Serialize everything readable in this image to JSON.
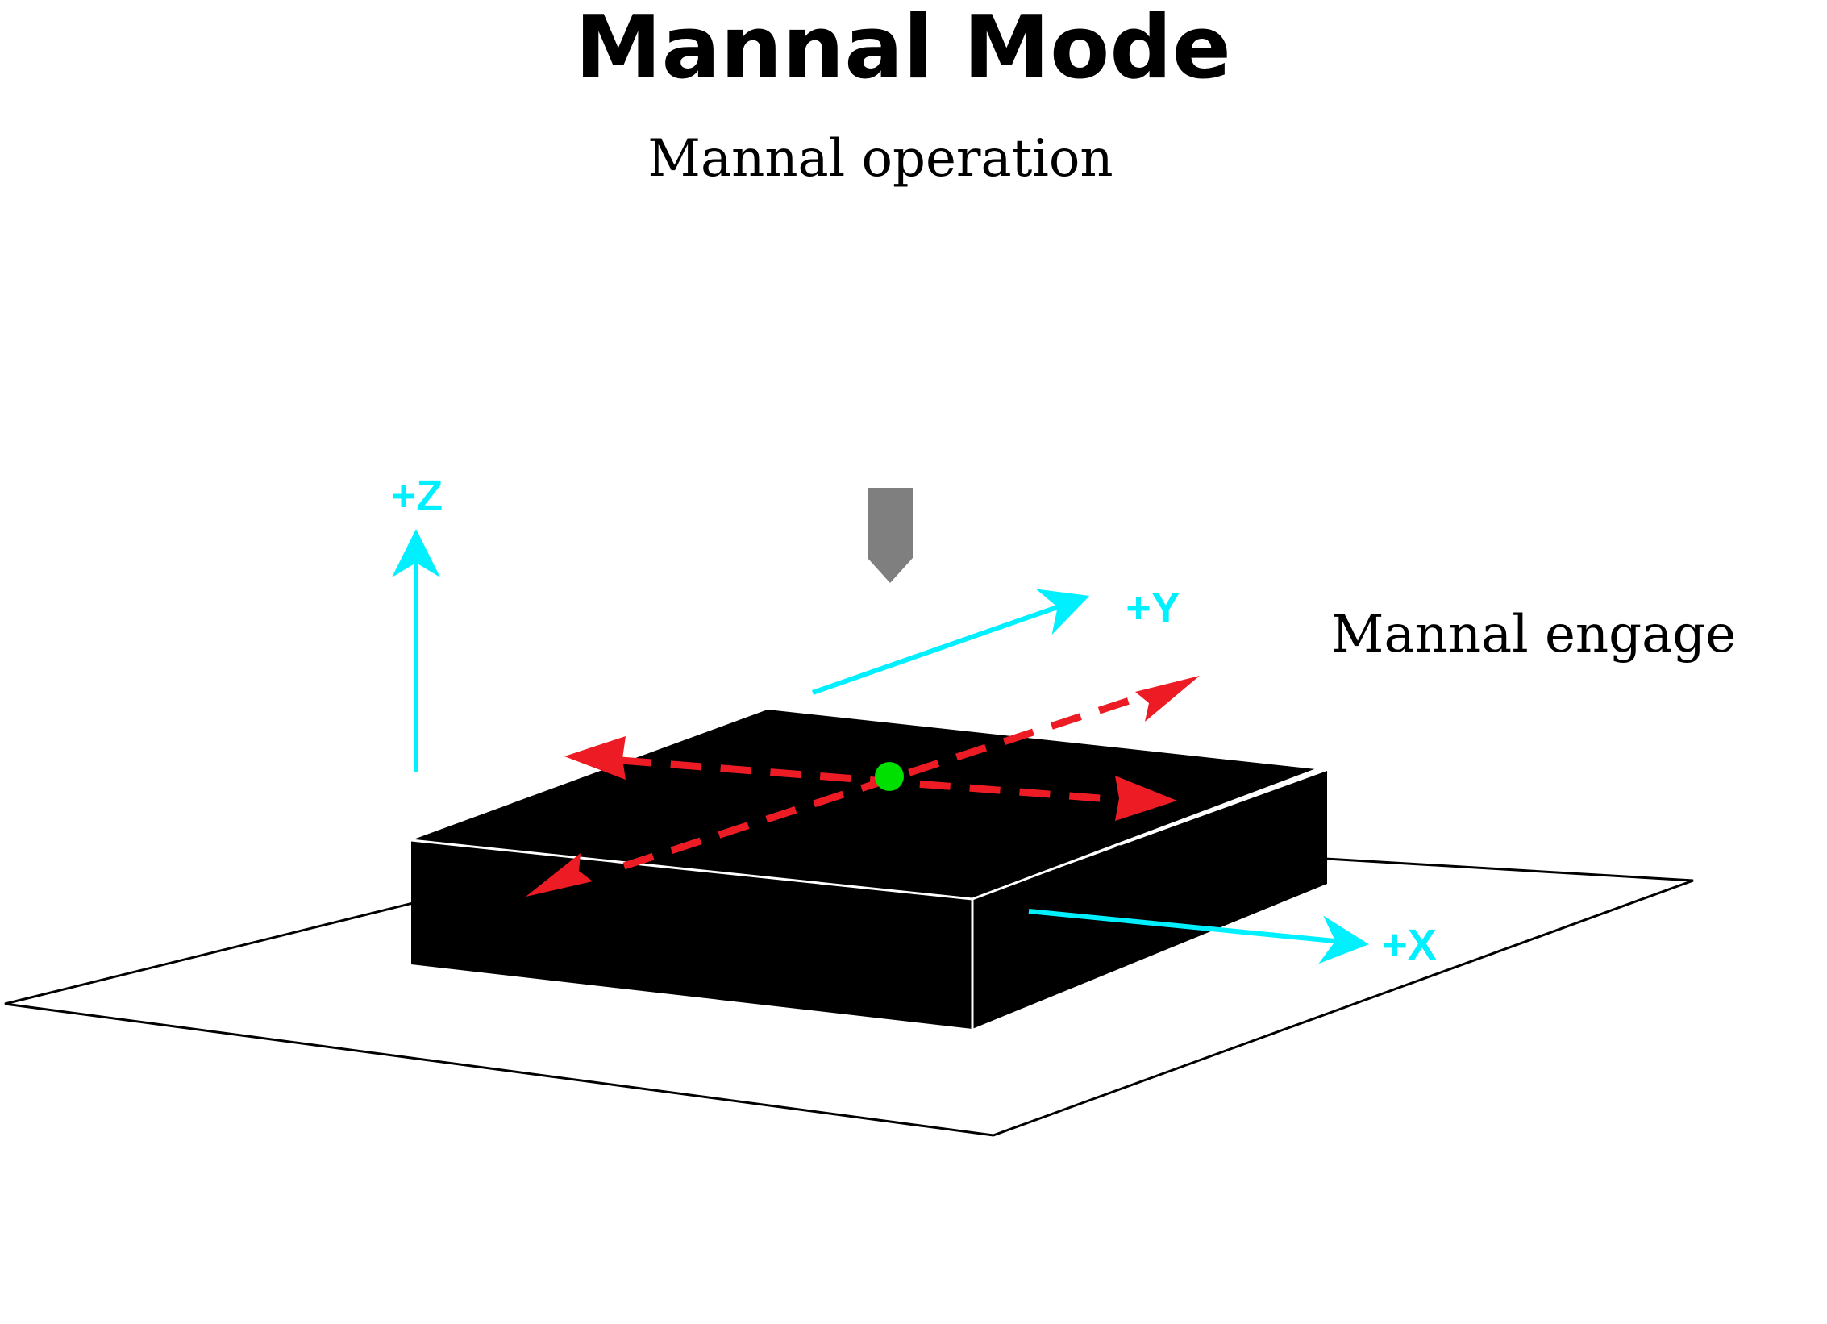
{
  "title": "Mannal Mode",
  "subtitle": "Mannal operation",
  "side_label": "Mannal engage",
  "axes": {
    "z": "+Z",
    "y": "+Y",
    "x": "+X"
  },
  "colors": {
    "axis": "#00f0ff",
    "motion": "#ed1c24",
    "origin_point": "#00e000",
    "tool": "#7f7f7f",
    "block": "#000000",
    "block_edge": "#ffffff",
    "plane_edge": "#000000"
  },
  "icons": {
    "tool": "tool-bit-icon",
    "origin": "origin-point-icon"
  }
}
